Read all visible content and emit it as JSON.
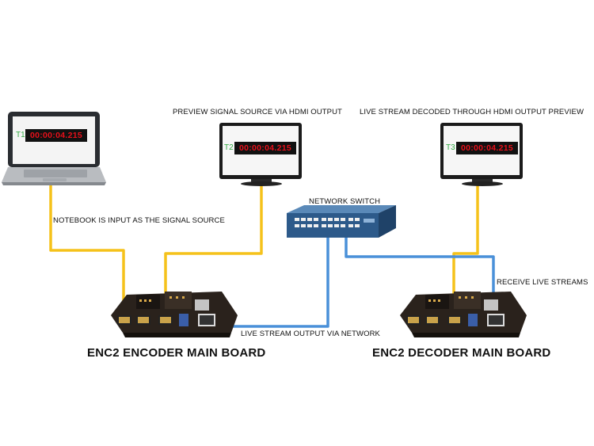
{
  "labels": {
    "preview_caption": "PREVIEW SIGNAL SOURCE VIA HDMI OUTPUT",
    "decoded_caption": "LIVE STREAM DECODED THROUGH HDMI OUTPUT PREVIEW",
    "network_switch": "NETWORK SWITCH",
    "notebook_input": "NOTEBOOK IS INPUT AS THE SIGNAL SOURCE",
    "receive_streams": "RECEIVE LIVE STREAMS",
    "stream_output": "LIVE STREAM OUTPUT VIA NETWORK",
    "encoder_board": "ENC2 ENCODER MAIN BOARD",
    "decoder_board": "ENC2 DECODER MAIN BOARD"
  },
  "screens": [
    {
      "tag": "T1",
      "time": "00:00:04.215"
    },
    {
      "tag": "T2",
      "time": "00:00:04.215"
    },
    {
      "tag": "T3",
      "time": "00:00:04.215"
    }
  ],
  "colors": {
    "hdmi_cable": "#f5c21b",
    "network_cable": "#4a90d9",
    "clock_text": "#e8101a",
    "tag_text": "#33aa44",
    "switch_body": "#2d5a8a"
  }
}
